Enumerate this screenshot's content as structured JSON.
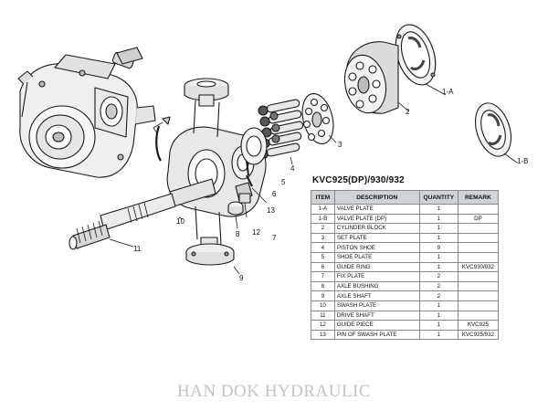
{
  "title": "KVC925(DP)/930/932",
  "table": {
    "headers": [
      "ITEM",
      "DESCRIPTION",
      "QUANTITY",
      "REMARK"
    ],
    "rows": [
      {
        "item": "1-A",
        "description": "VALVE PLATE",
        "quantity": "1",
        "remark": ""
      },
      {
        "item": "1-B",
        "description": "VALVE PLATE (DP)",
        "quantity": "1",
        "remark": "DP"
      },
      {
        "item": "2",
        "description": "CYLINDER BLOCK",
        "quantity": "1",
        "remark": ""
      },
      {
        "item": "3",
        "description": "SET PLATE",
        "quantity": "1",
        "remark": ""
      },
      {
        "item": "4",
        "description": "PISTON SHOE",
        "quantity": "9",
        "remark": ""
      },
      {
        "item": "5",
        "description": "SHOE PLATE",
        "quantity": "1",
        "remark": ""
      },
      {
        "item": "6",
        "description": "GUIDE RING",
        "quantity": "1",
        "remark": "KVC930/932"
      },
      {
        "item": "7",
        "description": "FIX PLATE",
        "quantity": "2",
        "remark": ""
      },
      {
        "item": "8",
        "description": "AXLE BUSHING",
        "quantity": "2",
        "remark": ""
      },
      {
        "item": "9",
        "description": "AXLE SHAFT",
        "quantity": "2",
        "remark": ""
      },
      {
        "item": "10",
        "description": "SWASH PLATE",
        "quantity": "1",
        "remark": ""
      },
      {
        "item": "11",
        "description": "DRIVE SHAFT",
        "quantity": "1",
        "remark": ""
      },
      {
        "item": "12",
        "description": "GUIDE PIECE",
        "quantity": "1",
        "remark": "KVC925"
      },
      {
        "item": "13",
        "description": "PIN OF SWASH PLATE",
        "quantity": "1",
        "remark": "KVC925/932"
      }
    ]
  },
  "callouts": {
    "c1a": "1-A",
    "c1b": "1-B",
    "c2": "2",
    "c3": "3",
    "c4": "4",
    "c5": "5",
    "c6": "6",
    "c7": "7",
    "c8": "8",
    "c9": "9",
    "c10": "10",
    "c11": "11",
    "c12": "12",
    "c13": "13"
  },
  "watermark": "HAN DOK HYDRAULIC"
}
